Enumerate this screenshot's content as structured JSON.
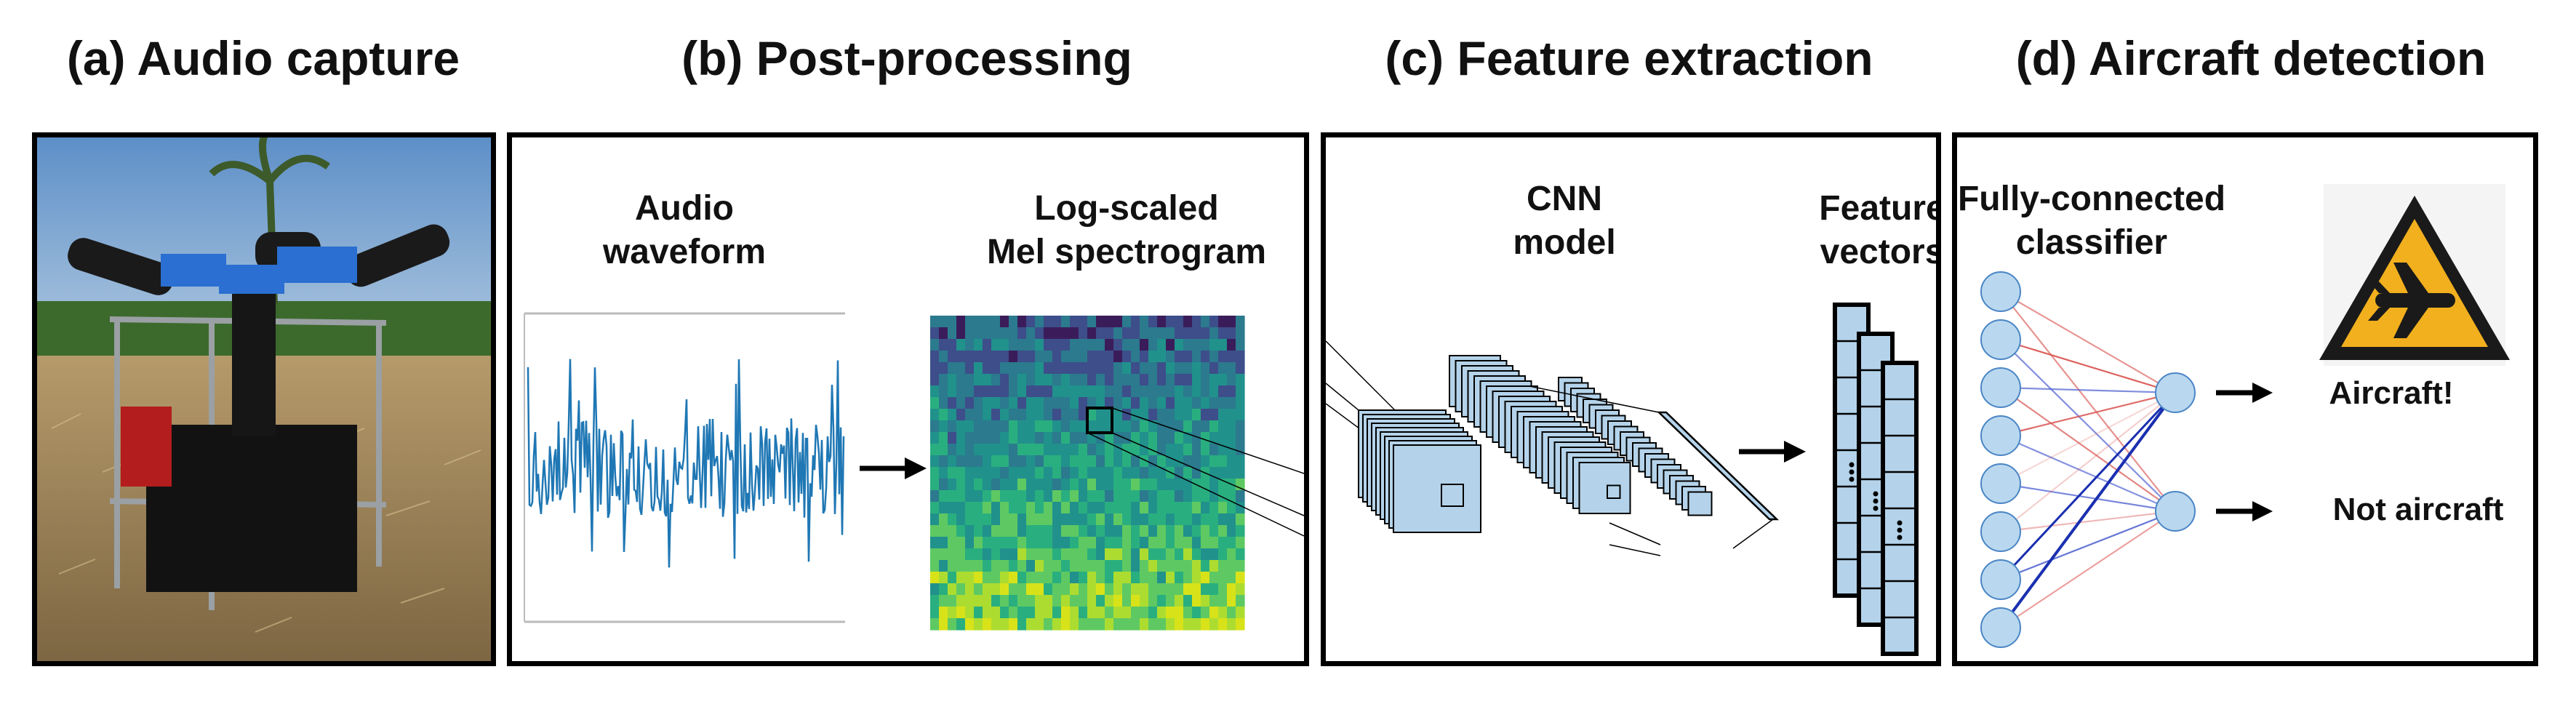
{
  "titles": {
    "a": "(a) Audio capture",
    "b": "(b) Post-processing",
    "c": "(c) Feature extraction",
    "d": "(d) Aircraft detection"
  },
  "panel_b": {
    "waveform_label_line1": "Audio",
    "waveform_label_line2": "waveform",
    "spectrogram_label_line1": "Log-scaled",
    "spectrogram_label_line2": "Mel spectrogram"
  },
  "panel_c": {
    "cnn_label_line1": "CNN",
    "cnn_label_line2": "model",
    "feature_label_line1": "Feature",
    "feature_label_line2": "vectors"
  },
  "panel_d": {
    "classifier_label_line1": "Fully-connected",
    "classifier_label_line2": "classifier",
    "output_positive": "Aircraft!",
    "output_negative": "Not aircraft"
  },
  "colors": {
    "waveform": "#1f77b4",
    "cnn_block": "#b4d3ea",
    "neuron": "#b9d7ee",
    "positive_weight": "#4c5fd0",
    "negative_weight": "#d9534f",
    "warning_sign": "#f2b01e"
  }
}
